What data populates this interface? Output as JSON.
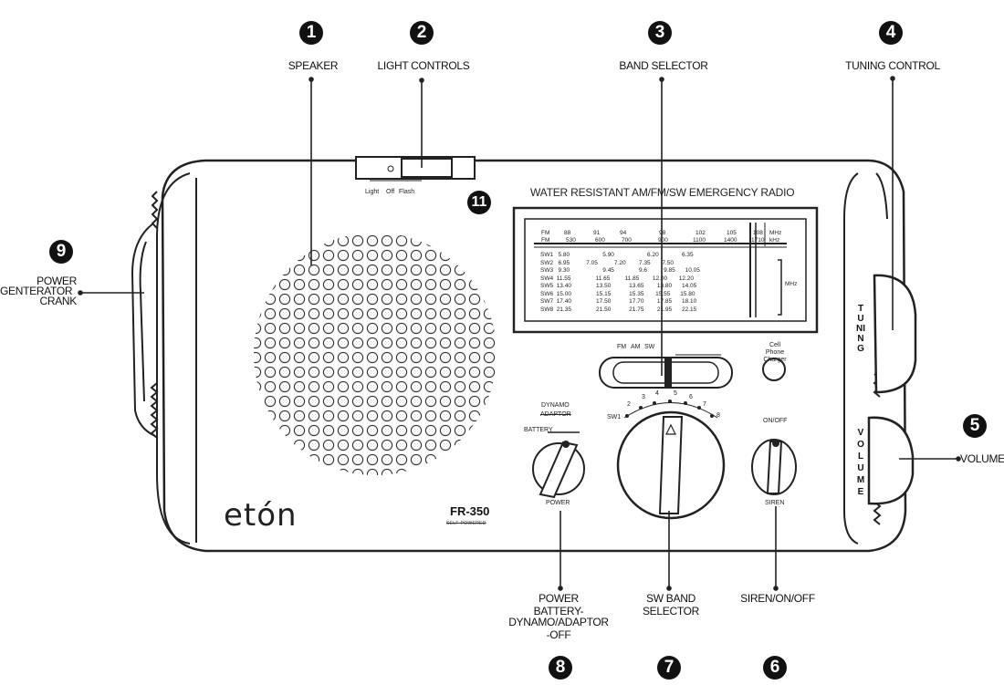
{
  "callouts": [
    {
      "num": "1",
      "label": "SPEAKER"
    },
    {
      "num": "2",
      "label": "LIGHT CONTROLS"
    },
    {
      "num": "3",
      "label": "BAND SELECTOR"
    },
    {
      "num": "4",
      "label": "TUNING CONTROL"
    },
    {
      "num": "5",
      "label": "VOLUME"
    },
    {
      "num": "6",
      "label": "SIREN/ON/OFF"
    },
    {
      "num": "7",
      "label_line1": "SW BAND",
      "label_line2": "SELECTOR"
    },
    {
      "num": "8",
      "label_line1": "POWER",
      "label_line2": "BATTERY-",
      "label_line3": "DYNAMO/ADAPTOR",
      "label_line4": "-OFF"
    },
    {
      "num": "9",
      "label_line1": "POWER",
      "label_line2": "GENTERATOR",
      "label_line3": "CRANK"
    },
    {
      "num": "11"
    }
  ],
  "radio": {
    "headline": "WATER RESISTANT AM/FM/SW EMERGENCY RADIO",
    "brand": "etón",
    "model": "FR-350",
    "model_sub": "SELF-POWERED",
    "light_switch": {
      "light": "Light",
      "off": "Off",
      "flash": "Flash"
    },
    "band_switch": {
      "fm": "FM",
      "am": "AM",
      "sw": "SW"
    },
    "cell_phone": "Cell Phone Charger",
    "power_knob": {
      "dynamo": "DYNAMO",
      "adaptor": "ADAPTOR",
      "battery": "BATTERY",
      "bottom": "POWER"
    },
    "sw_knob": {
      "sw1": "SW1",
      "numbers": [
        "2",
        "3",
        "4",
        "5",
        "6",
        "7",
        "8"
      ]
    },
    "siren_knob": {
      "top": "ON/OFF",
      "bottom": "SIREN"
    },
    "side_tuning": "TUNING",
    "side_volume": "VOLUME",
    "dial": {
      "fm_label": "FM",
      "fm_scale": [
        "88",
        "91",
        "94",
        "98",
        "102",
        "105",
        "108"
      ],
      "fm_unit": "MHz",
      "am_label": "FM",
      "am_scale": [
        "530",
        "600",
        "700",
        "900",
        "1100",
        "1400",
        "1710"
      ],
      "am_unit": "kHz",
      "sw_unit": "MHz",
      "sw_rows": [
        "SW1   5.80                    5.90                    6.20              6.35",
        "SW2   6.95          7.05          7.20        7.35       7.50",
        "SW3   9.30                    9.45               9.6          9.85      10.05",
        "SW4  11.55               11.65         11.85        12.00       12.20",
        "SW5  13.40               13.50           13.65        13.80      14.05",
        "SW6  15.00               15.15           15.35       15.55      15.80",
        "SW7  17.40               17.50           17.70        17.85      18.10",
        "SW8  21.35               21.50           21.75        21.95      22.15"
      ]
    }
  }
}
